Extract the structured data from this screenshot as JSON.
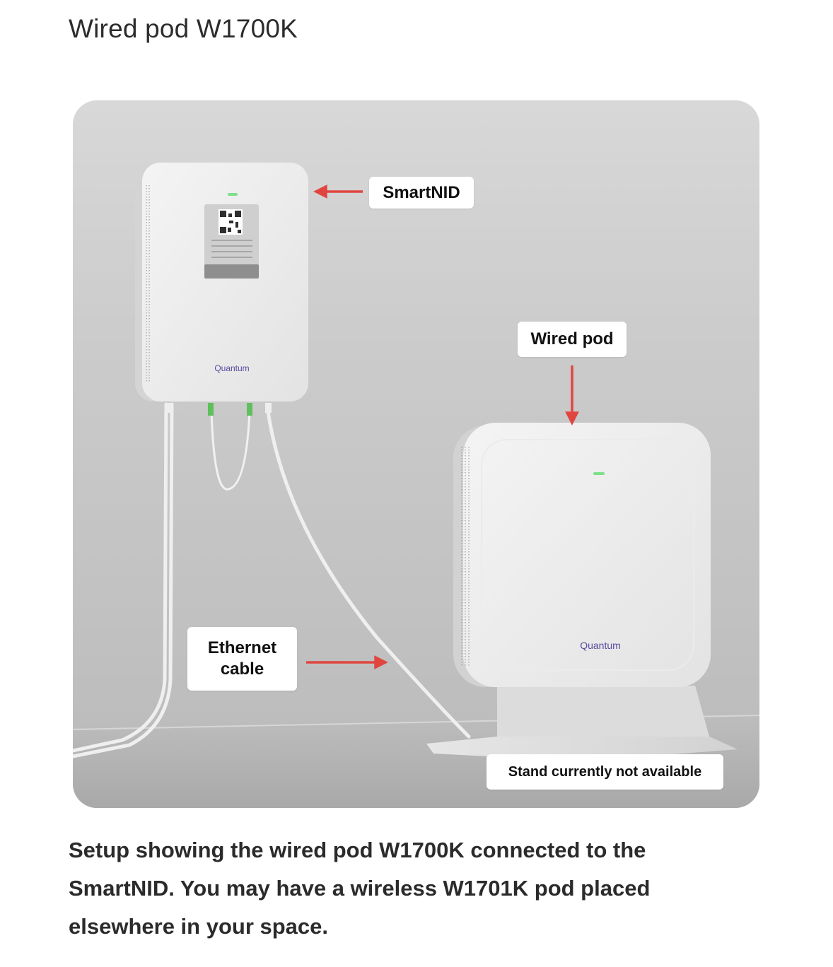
{
  "page": {
    "title": "Wired pod W1700K"
  },
  "figure": {
    "callouts": {
      "smartnid": "SmartNID",
      "wired_pod": "Wired pod",
      "ethernet_cable": "Ethernet cable",
      "stand": "Stand currently not available"
    },
    "brand_on_devices": "Quantum",
    "arrow_color": "#e0463f",
    "led_color": "#7ee08a",
    "fiber_connector_color": "#5fbf5c"
  },
  "caption": "Setup showing the wired pod W1700K connected to the SmartNID. You may have a wireless W1701K pod placed elsewhere in your space."
}
